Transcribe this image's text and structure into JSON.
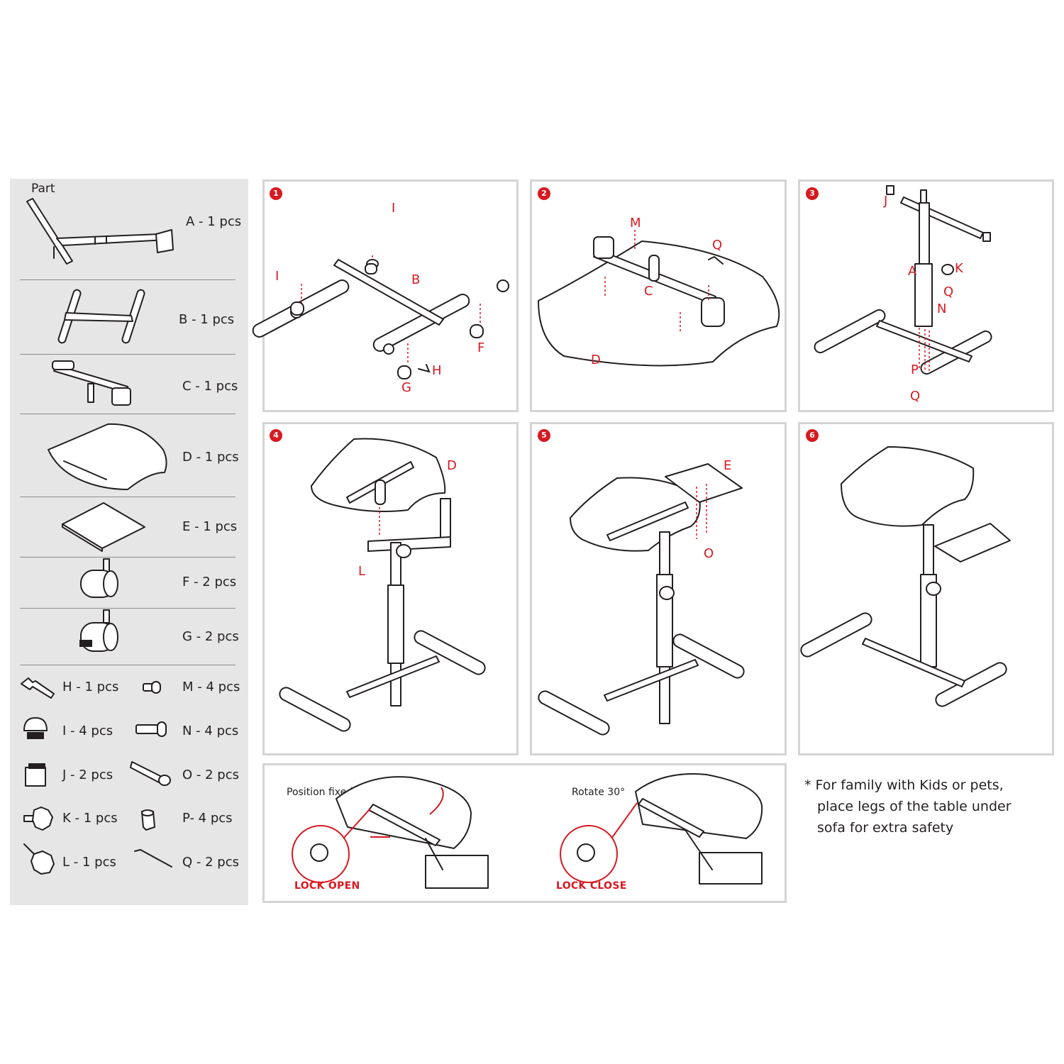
{
  "parts_panel": {
    "title": "Part",
    "items": [
      {
        "label": "A - 1 pcs"
      },
      {
        "label": "B - 1 pcs"
      },
      {
        "label": "C - 1 pcs"
      },
      {
        "label": "D - 1 pcs"
      },
      {
        "label": "E - 1 pcs"
      },
      {
        "label": "F - 2 pcs"
      },
      {
        "label": "G - 2 pcs"
      }
    ],
    "small_items": [
      {
        "label": "H - 1 pcs"
      },
      {
        "label": "M - 4 pcs"
      },
      {
        "label": "I - 4 pcs"
      },
      {
        "label": "N - 4 pcs"
      },
      {
        "label": "J - 2 pcs"
      },
      {
        "label": "O - 2 pcs"
      },
      {
        "label": "K - 1 pcs"
      },
      {
        "label": "P- 4 pcs"
      },
      {
        "label": "L - 1 pcs"
      },
      {
        "label": "Q - 2 pcs"
      }
    ]
  },
  "steps": [
    {
      "number": "1",
      "labels": [
        "I",
        "I",
        "B",
        "F",
        "G",
        "H"
      ]
    },
    {
      "number": "2",
      "labels": [
        "M",
        "Q",
        "C",
        "D"
      ]
    },
    {
      "number": "3",
      "labels": [
        "J",
        "A",
        "K",
        "Q",
        "N",
        "P",
        "Q"
      ]
    },
    {
      "number": "4",
      "labels": [
        "D",
        "L"
      ]
    },
    {
      "number": "5",
      "labels": [
        "E",
        "O"
      ]
    },
    {
      "number": "6",
      "labels": []
    }
  ],
  "lock": {
    "open_caption": "Position fixed",
    "open_label": "LOCK OPEN",
    "close_caption": "Rotate 30°",
    "close_label": "LOCK CLOSE"
  },
  "note": {
    "line1": "* For family with Kids or pets,",
    "line2": "place legs of the table under",
    "line3": "sofa for extra safety"
  },
  "colors": {
    "accent": "#d71920",
    "panel_bg": "#e6e6e7",
    "box_border": "#d4d4d4"
  }
}
